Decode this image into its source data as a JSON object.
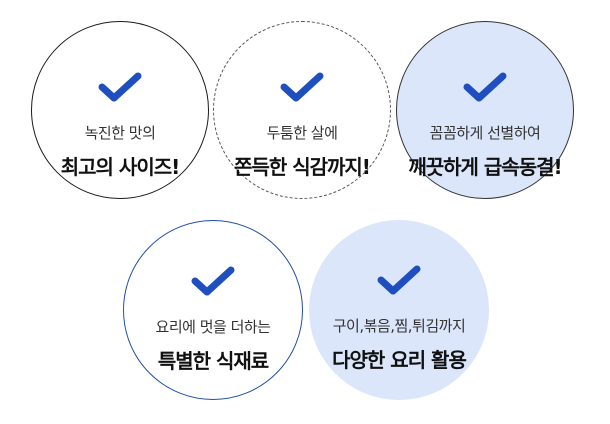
{
  "accent_color": "#1f4fbf",
  "badges": [
    {
      "line1": "녹진한 맛의",
      "line2": "최고의 사이즈!"
    },
    {
      "line1": "두툼한 살에",
      "line2": "쫀득한 식감까지!"
    },
    {
      "line1": "꼼꼼하게 선별하여",
      "line2": "깨끗하게 급속동결!"
    },
    {
      "line1": "요리에 멋을 더하는",
      "line2": "특별한 식재료"
    },
    {
      "line1": "구이,볶음,찜,튀김까지",
      "line2": "다양한 요리 활용"
    }
  ]
}
